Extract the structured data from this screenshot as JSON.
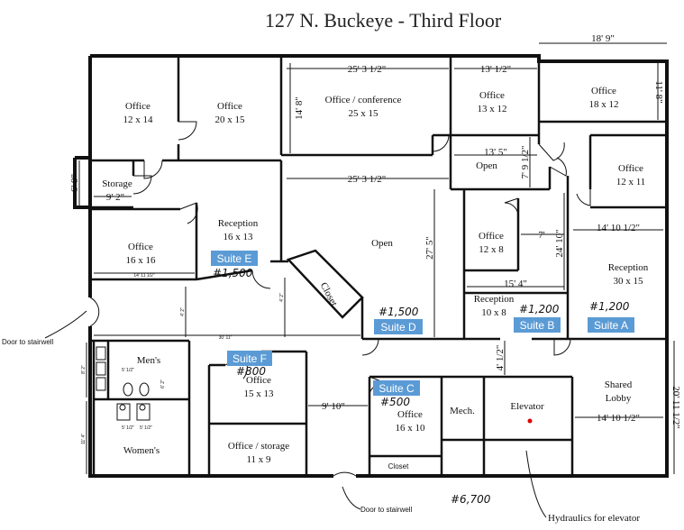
{
  "title": "127 N. Buckeye - Third Floor",
  "rooms": {
    "office_12x14": {
      "name": "Office",
      "size": "12 x 14"
    },
    "office_20x15": {
      "name": "Office",
      "size": "20 x 15"
    },
    "office_conference": {
      "name": "Office / conference",
      "size": "25 x 15"
    },
    "office_13x12": {
      "name": "Office",
      "size": "13 x 12"
    },
    "office_18x12": {
      "name": "Office",
      "size": "18 x 12"
    },
    "office_12x11": {
      "name": "Office",
      "size": "12 x 11"
    },
    "storage": {
      "name": "Storage"
    },
    "open_small": {
      "name": "Open"
    },
    "office_16x16": {
      "name": "Office",
      "size": "16 x 16"
    },
    "reception_16x13": {
      "name": "Reception",
      "size": "16 x 13"
    },
    "open_main": {
      "name": "Open"
    },
    "office_12x8": {
      "name": "Office",
      "size": "12 x 8"
    },
    "reception_30x15": {
      "name": "Reception",
      "size": "30 x 15"
    },
    "reception_10x8": {
      "name": "Reception",
      "size": "10 x 8"
    },
    "closet_diag": {
      "name": "Closet"
    },
    "mens": {
      "name": "Men's"
    },
    "womens": {
      "name": "Women's"
    },
    "office_15x13": {
      "name": "Office",
      "size": "15 x 13"
    },
    "office_storage": {
      "name": "Office / storage",
      "size": "11 x 9"
    },
    "office_16x10": {
      "name": "Office",
      "size": "16 x 10"
    },
    "mech": {
      "name": "Mech."
    },
    "elevator": {
      "name": "Elevator"
    },
    "shared_lobby": {
      "name": "Shared",
      "name2": "Lobby"
    },
    "closet_small": {
      "name": "Closet"
    }
  },
  "dimensions": {
    "d_18_9": "18' 9\"",
    "d_25_3_top": "25' 3 1/2\"",
    "d_13_1_2": "13' 1/2\"",
    "d_14_8": "14' 8\"",
    "d_11_8": "11' 8\"",
    "d_13_5": "13' 5\"",
    "d_7_9": "7' 9 1/2\"",
    "d_6_9": "6' 9\"",
    "d_9_2": "9' 2\"",
    "d_25_3_mid": "25' 3 1/2\"",
    "d_7": "7'",
    "d_14_10_top": "14' 10 1/2\"",
    "d_27_5": "27' 5\"",
    "d_24_10": "24' 10\"",
    "d_15_4": "15' 4\"",
    "d_14_11": "14' 11 1/2\"",
    "d_30_11": "30' 11\"",
    "d_9_10": "9' 10\"",
    "d_14_10_lobby": "14' 10 1/2\"",
    "d_20_11": "20' 11 1/2\"",
    "d_41_2": "4' 1/2\"",
    "d_8_2": "8' 2\"",
    "d_11_4": "11' 4\"",
    "d_5_1_2_a": "5' 1/2\"",
    "d_5_1_2_b": "5' 1/2\"",
    "d_5_1_2_c": "5' 1/2\"",
    "d_6_2": "6' 2\"",
    "d_4_2_a": "4' 2\"",
    "d_4_2_b": "4' 2\""
  },
  "suites": {
    "E": {
      "label": "Suite E",
      "price": "#1,500"
    },
    "D": {
      "label": "Suite D",
      "price": "#1,500"
    },
    "B": {
      "label": "Suite B",
      "price": "#1,200"
    },
    "A": {
      "label": "Suite A",
      "price": "#1,200"
    },
    "F": {
      "label": "Suite F",
      "price": "#800"
    },
    "C": {
      "label": "Suite C",
      "price": "#500"
    }
  },
  "annotations": {
    "door_left": "Door to stairwell",
    "door_bottom": "Door to stairwell",
    "hydraulics": "Hydraulics for elevator",
    "total": "#6,700"
  }
}
